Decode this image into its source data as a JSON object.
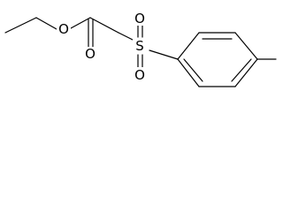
{
  "structure": {
    "atoms": {
      "ester_oxygen": "O",
      "carbonyl_oxygen": "O",
      "sulfur": "S",
      "sulfonyl_oxygen_top": "O",
      "sulfonyl_oxygen_bottom": "O"
    }
  }
}
